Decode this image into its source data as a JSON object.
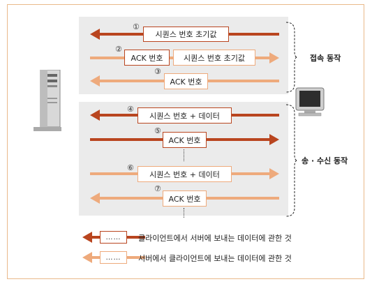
{
  "colors": {
    "dark": "#b9451f",
    "light": "#eeaa7c",
    "panel": "#ebebeb",
    "frame": "#e9b98a"
  },
  "connect": {
    "label": "접속 동작",
    "steps": [
      {
        "num": "①",
        "dir": "left",
        "shade": "dark",
        "boxes": [
          "시퀀스 번호 초기값"
        ]
      },
      {
        "num": "②",
        "dir": "right",
        "shade": "light",
        "boxes": [
          "ACK 번호",
          "시퀀스 번호 초기값"
        ]
      },
      {
        "num": "③",
        "dir": "left",
        "shade": "light",
        "boxes": [
          "ACK 번호"
        ]
      }
    ]
  },
  "transfer": {
    "label": "송 · 수신 동작",
    "steps": [
      {
        "num": "④",
        "dir": "left",
        "shade": "dark",
        "boxes": [
          "시퀀스 번호 + 데이터"
        ]
      },
      {
        "num": "⑤",
        "dir": "right",
        "shade": "dark",
        "boxes": [
          "ACK 번호"
        ]
      },
      {
        "num": "⑥",
        "dir": "right",
        "shade": "light",
        "boxes": [
          "시퀀스 번호 + 데이터"
        ]
      },
      {
        "num": "⑦",
        "dir": "left",
        "shade": "light",
        "boxes": [
          "ACK 번호"
        ]
      }
    ]
  },
  "legend": {
    "dots": "……",
    "items": [
      {
        "shade": "dark",
        "text": "클라이언트에서 서버에 보내는 데이터에 관한 것"
      },
      {
        "shade": "light",
        "text": "서버에서 클라이언트에 보내는 데이터에 관한 것"
      }
    ]
  },
  "icons": {
    "server": "server-icon",
    "client": "computer-monitor-icon"
  }
}
